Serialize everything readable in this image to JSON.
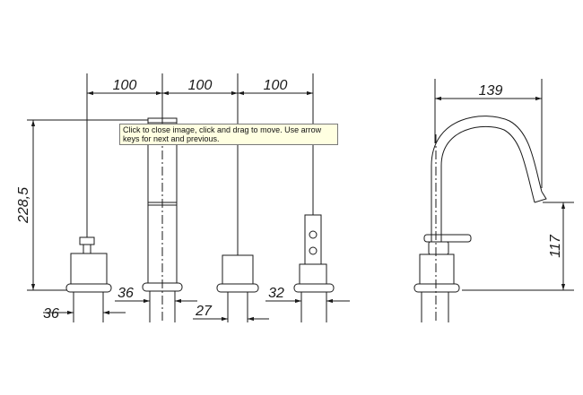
{
  "dimensions": {
    "top_spacing_1": "100",
    "top_spacing_2": "100",
    "top_spacing_3": "100",
    "height_left": "228,5",
    "base_left": "36",
    "base_center": "36",
    "base_knob": "27",
    "base_right": "32",
    "spout_reach": "139",
    "spout_height": "117"
  },
  "tooltip": {
    "text": "Click to close image, click and drag to move. Use arrow keys for next and previous."
  },
  "colors": {
    "line": "#1a1a1a",
    "tooltip_bg": "#ffffe1"
  }
}
